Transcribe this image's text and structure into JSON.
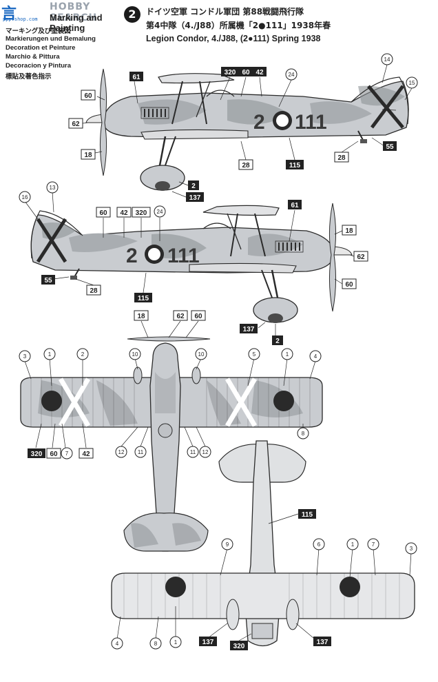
{
  "header": {
    "logo_glyph": "言",
    "logo_site": "ppp.shop.com",
    "search_text": "HOBBY SEARCH",
    "title": "Marking and Painting",
    "languages": [
      "マーキング及び塗装図",
      "Markierungen und Bemalung",
      "Decoration et Peinture",
      "Marchio & Pittura",
      "Decoracion y Pintura",
      "標貼及著色指示"
    ]
  },
  "subject": {
    "number": "2",
    "line1": "ドイツ空軍 コンドル軍団 第88戦闘飛行隊",
    "line2": "第4中隊（4./J88）所属機「2●111」1938年春",
    "line3": "Legion Condor, 4./J88, (2●111) Spring 1938"
  },
  "aircraft": {
    "fuselage_code_left": "2",
    "fuselage_code_right": "111"
  },
  "colors": {
    "base_grey": "#c9ccd0",
    "camo_dark": "#8e9296",
    "camo_mid": "#a9adb1",
    "outline": "#2a2a2a",
    "callout_dark": "#222222"
  },
  "callouts": {
    "side1": {
      "c61": "61",
      "c320": "320",
      "c60a": "60",
      "c42": "42",
      "c24": "24",
      "c14": "14",
      "c15": "15",
      "c60b": "60",
      "c62": "62",
      "c18": "18",
      "c28a": "28",
      "c115": "115",
      "c28b": "28",
      "c55": "55",
      "c2": "2",
      "c137": "137"
    },
    "side2": {
      "c13": "13",
      "c16": "16",
      "c60": "60",
      "c42": "42",
      "c320": "320",
      "c24": "24",
      "c61": "61",
      "c18": "18",
      "c62": "62",
      "c60b": "60",
      "c55": "55",
      "c28": "28",
      "c115": "115",
      "c137": "137",
      "c2": "2"
    },
    "top": {
      "c18": "18",
      "c62": "62",
      "c60": "60",
      "c3": "3",
      "c1a": "1",
      "c2": "2",
      "c10a": "10",
      "c10b": "10",
      "c5": "5",
      "c1b": "1",
      "c4": "4",
      "c8": "8",
      "c320": "320",
      "c60b": "60",
      "c7": "7",
      "c42": "42",
      "c12a": "12",
      "c11a": "11",
      "c11b": "11",
      "c12b": "12"
    },
    "bottom": {
      "c115": "115",
      "c9": "9",
      "c6": "6",
      "c1a": "1",
      "c7": "7",
      "c3": "3",
      "c4": "4",
      "c8": "8",
      "c1b": "1",
      "c137a": "137",
      "c320": "320",
      "c137b": "137"
    }
  }
}
